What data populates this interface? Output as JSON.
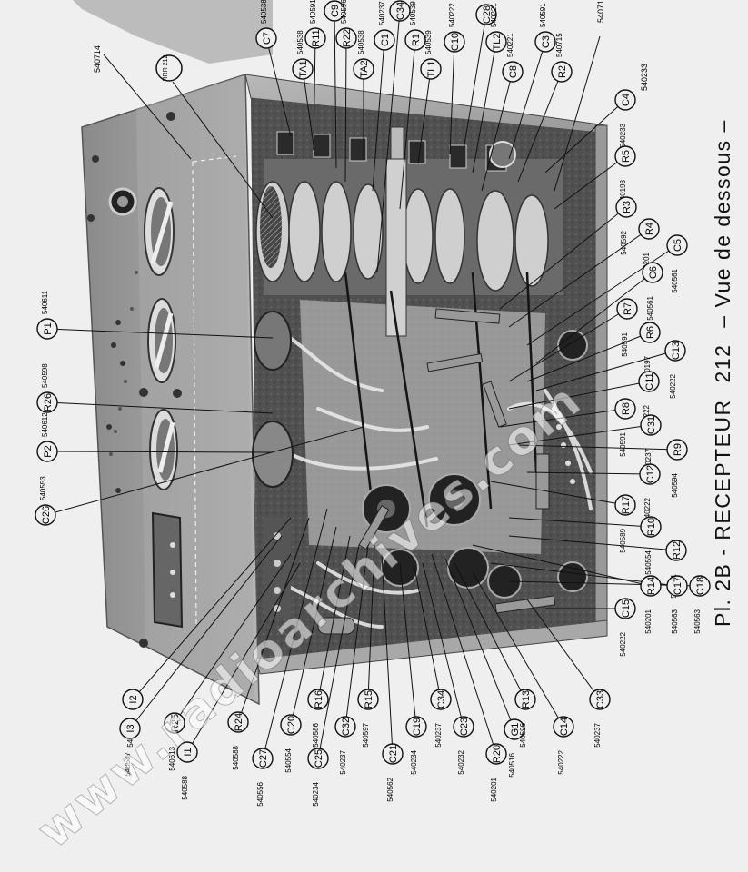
{
  "caption": {
    "plate": "Pl. 2B - RECEPTEUR",
    "number": "212",
    "subtitle": "– Vue de dessous –"
  },
  "watermark": "www.radioarchives.com",
  "chassis_tag_label": "RRR 212",
  "colors": {
    "background": "#efefef",
    "ink": "#111111"
  },
  "callouts": [
    {
      "label": "C7",
      "code": "540538"
    },
    {
      "label": "R11",
      "code": "540591"
    },
    {
      "label": "C9",
      "code": "540588"
    },
    {
      "label": "C34",
      "code": "540237"
    },
    {
      "label": "TA1",
      "code": "540538"
    },
    {
      "label": "R22",
      "code": "540596"
    },
    {
      "label": "TA2",
      "code": "540538"
    },
    {
      "label": "C1",
      "code": "540237"
    },
    {
      "label": "R1",
      "code": "540539"
    },
    {
      "label": "TL1",
      "code": "540539"
    },
    {
      "label": "C10",
      "code": "540222"
    },
    {
      "label": "C28",
      "code": "540221"
    },
    {
      "label": "TL2",
      "code": "540221"
    },
    {
      "label": "C8",
      "code": "540221"
    },
    {
      "label": "C3",
      "code": "540591"
    },
    {
      "label": "R2",
      "code": "540715"
    },
    {
      "label": "C4",
      "code": "540233"
    },
    {
      "label": "R5",
      "code": "540193"
    },
    {
      "label": "R3",
      "code": "540592"
    },
    {
      "label": "R4",
      "code": "540201"
    },
    {
      "label": "C5",
      "code": "540561"
    },
    {
      "label": "C6",
      "code": "540561"
    },
    {
      "label": "R7",
      "code": "540591"
    },
    {
      "label": "R6",
      "code": "540197"
    },
    {
      "label": "C13",
      "code": "540222"
    },
    {
      "label": "C11",
      "code": "540222"
    },
    {
      "label": "R8",
      "code": "540591"
    },
    {
      "label": "C31",
      "code": "540237"
    },
    {
      "label": "R9",
      "code": "540594"
    },
    {
      "label": "C12",
      "code": "540222"
    },
    {
      "label": "R17",
      "code": "540589"
    },
    {
      "label": "R10",
      "code": "540554"
    },
    {
      "label": "R12",
      "code": "540591"
    },
    {
      "label": "R14",
      "code": "540201"
    },
    {
      "label": "C17",
      "code": "540563"
    },
    {
      "label": "C18",
      "code": "540563"
    },
    {
      "label": "C15",
      "code": "540222"
    },
    {
      "label": "P1",
      "code": "540611"
    },
    {
      "label": "R26",
      "code": "540598"
    },
    {
      "label": "P2",
      "code": "540612"
    },
    {
      "label": "C26",
      "code": "540553"
    },
    {
      "label": "I2",
      "code": "540613"
    },
    {
      "label": "I3",
      "code": "540587"
    },
    {
      "label": "R25",
      "code": "540613"
    },
    {
      "label": "I1",
      "code": "540588"
    },
    {
      "label": "R24",
      "code": "540588"
    },
    {
      "label": "C27",
      "code": "540556"
    },
    {
      "label": "C20",
      "code": "540554"
    },
    {
      "label": "R16",
      "code": "540586"
    },
    {
      "label": "C25",
      "code": "540234"
    },
    {
      "label": "C32",
      "code": "540237"
    },
    {
      "label": "R15",
      "code": "540597"
    },
    {
      "label": "C21",
      "code": "540562"
    },
    {
      "label": "C19",
      "code": "540234"
    },
    {
      "label": "C34",
      "code": "540237"
    },
    {
      "label": "C23",
      "code": "540232"
    },
    {
      "label": "R20",
      "code": "540201"
    },
    {
      "label": "G1",
      "code": "540516"
    },
    {
      "label": "R13",
      "code": "540596"
    },
    {
      "label": "C14",
      "code": "540222"
    },
    {
      "label": "C33",
      "code": "540237"
    }
  ],
  "extra_codes": [
    "540714",
    "540715",
    "540233"
  ]
}
